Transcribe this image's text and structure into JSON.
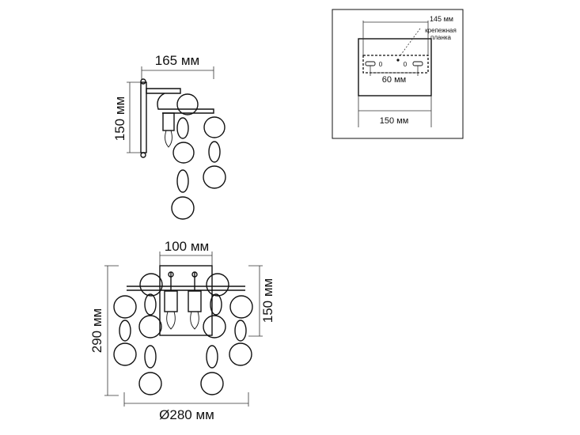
{
  "side_view": {
    "width_label": "165 мм",
    "height_label": "150 мм"
  },
  "front_view": {
    "top_width_label": "100 мм",
    "height_label": "290 мм",
    "right_height_label": "150 мм",
    "diameter_label": "Ø280 мм"
  },
  "mount_plate": {
    "width_145_label": "145 мм",
    "bracket_label_line1": "крепежная",
    "bracket_label_line2": "планка",
    "holes_label": "60 мм",
    "plate_width_label": "150 мм",
    "hole_marks": [
      "0",
      "0"
    ]
  }
}
